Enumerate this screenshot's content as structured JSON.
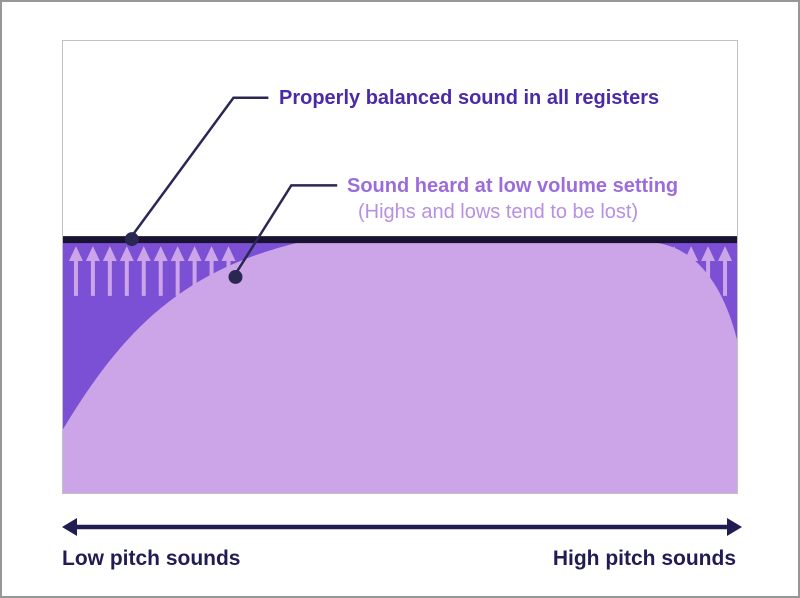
{
  "diagram": {
    "callout_balanced": {
      "label": "Properly balanced sound in all registers"
    },
    "callout_low_volume": {
      "title": "Sound heard at low volume setting",
      "subtitle": "(Highs and lows tend to be lost)"
    },
    "x_axis": {
      "left_label": "Low pitch sounds",
      "right_label": "High pitch sounds"
    }
  },
  "colors": {
    "balanced_line": "#191230",
    "loud_region": "#7b50d4",
    "dome": "#cba5e8",
    "arrow": "#cba5e8",
    "callout": "#2b2753",
    "callout_balanced_text": "#4b2aa8",
    "callout_low_volume_title": "#9c6cdb",
    "callout_low_volume_subtitle": "#b78fe3",
    "axis": "#211c52"
  }
}
